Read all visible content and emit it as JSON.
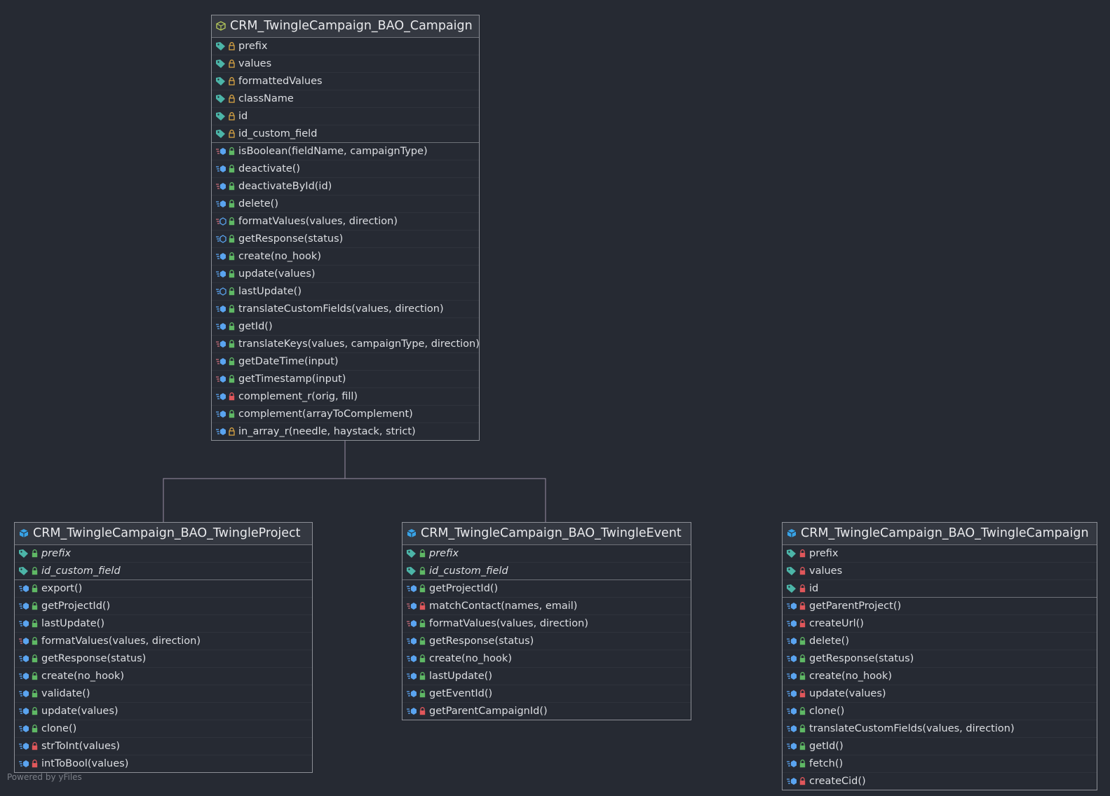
{
  "footer": "Powered by yFiles",
  "classes": {
    "campaign": {
      "name": "CRM_TwingleCampaign_BAO_Campaign",
      "icon": "abstract-class-icon",
      "fields": [
        {
          "label": "prefix",
          "visibility": "protected"
        },
        {
          "label": "values",
          "visibility": "protected"
        },
        {
          "label": "formattedValues",
          "visibility": "protected"
        },
        {
          "label": "className",
          "visibility": "protected"
        },
        {
          "label": "id",
          "visibility": "protected"
        },
        {
          "label": "id_custom_field",
          "visibility": "protected"
        }
      ],
      "methods": [
        {
          "label": "isBoolean(fieldName, campaignType)",
          "visibility": "public",
          "static": true,
          "abstract": false
        },
        {
          "label": "deactivate()",
          "visibility": "public",
          "static": false,
          "abstract": false
        },
        {
          "label": "deactivateById(id)",
          "visibility": "public",
          "static": true,
          "abstract": false
        },
        {
          "label": "delete()",
          "visibility": "public",
          "static": false,
          "abstract": false
        },
        {
          "label": "formatValues(values, direction)",
          "visibility": "public",
          "static": true,
          "abstract": true
        },
        {
          "label": "getResponse(status)",
          "visibility": "public",
          "static": false,
          "abstract": true
        },
        {
          "label": "create(no_hook)",
          "visibility": "public",
          "static": false,
          "abstract": false
        },
        {
          "label": "update(values)",
          "visibility": "public",
          "static": false,
          "abstract": false
        },
        {
          "label": "lastUpdate()",
          "visibility": "public",
          "static": false,
          "abstract": true
        },
        {
          "label": "translateCustomFields(values, direction)",
          "visibility": "public",
          "static": false,
          "abstract": false
        },
        {
          "label": "getId()",
          "visibility": "public",
          "static": false,
          "abstract": false
        },
        {
          "label": "translateKeys(values, campaignType, direction)",
          "visibility": "public",
          "static": true,
          "abstract": false
        },
        {
          "label": "getDateTime(input)",
          "visibility": "public",
          "static": true,
          "abstract": false
        },
        {
          "label": "getTimestamp(input)",
          "visibility": "public",
          "static": true,
          "abstract": false
        },
        {
          "label": "complement_r(orig, fill)",
          "visibility": "private",
          "static": false,
          "abstract": false
        },
        {
          "label": "complement(arrayToComplement)",
          "visibility": "public",
          "static": false,
          "abstract": false
        },
        {
          "label": "in_array_r(needle, haystack, strict)",
          "visibility": "protected",
          "static": false,
          "abstract": false
        }
      ]
    },
    "project": {
      "name": "CRM_TwingleCampaign_BAO_TwingleProject",
      "icon": "class-icon",
      "fields": [
        {
          "label": "prefix",
          "visibility": "public",
          "italic": true
        },
        {
          "label": "id_custom_field",
          "visibility": "public",
          "italic": true
        }
      ],
      "methods": [
        {
          "label": "export()",
          "visibility": "public",
          "static": false,
          "abstract": false
        },
        {
          "label": "getProjectId()",
          "visibility": "public",
          "static": false,
          "abstract": false
        },
        {
          "label": "lastUpdate()",
          "visibility": "public",
          "static": false,
          "abstract": false
        },
        {
          "label": "formatValues(values, direction)",
          "visibility": "public",
          "static": true,
          "abstract": false
        },
        {
          "label": "getResponse(status)",
          "visibility": "public",
          "static": false,
          "abstract": false
        },
        {
          "label": "create(no_hook)",
          "visibility": "public",
          "static": false,
          "abstract": false
        },
        {
          "label": "validate()",
          "visibility": "public",
          "static": false,
          "abstract": false
        },
        {
          "label": "update(values)",
          "visibility": "public",
          "static": false,
          "abstract": false
        },
        {
          "label": "clone()",
          "visibility": "public",
          "static": false,
          "abstract": false
        },
        {
          "label": "strToInt(values)",
          "visibility": "private",
          "static": false,
          "abstract": false
        },
        {
          "label": "intToBool(values)",
          "visibility": "private",
          "static": false,
          "abstract": false
        }
      ]
    },
    "event": {
      "name": "CRM_TwingleCampaign_BAO_TwingleEvent",
      "icon": "class-icon",
      "fields": [
        {
          "label": "prefix",
          "visibility": "public",
          "italic": true
        },
        {
          "label": "id_custom_field",
          "visibility": "public",
          "italic": true
        }
      ],
      "methods": [
        {
          "label": "getProjectId()",
          "visibility": "public",
          "static": false,
          "abstract": false
        },
        {
          "label": "matchContact(names, email)",
          "visibility": "private",
          "static": true,
          "abstract": false
        },
        {
          "label": "formatValues(values, direction)",
          "visibility": "public",
          "static": true,
          "abstract": false
        },
        {
          "label": "getResponse(status)",
          "visibility": "public",
          "static": false,
          "abstract": false
        },
        {
          "label": "create(no_hook)",
          "visibility": "public",
          "static": false,
          "abstract": false
        },
        {
          "label": "lastUpdate()",
          "visibility": "public",
          "static": false,
          "abstract": false
        },
        {
          "label": "getEventId()",
          "visibility": "public",
          "static": false,
          "abstract": false
        },
        {
          "label": "getParentCampaignId()",
          "visibility": "private",
          "static": false,
          "abstract": false
        }
      ]
    },
    "twinglecampaign": {
      "name": "CRM_TwingleCampaign_BAO_TwingleCampaign",
      "icon": "class-icon",
      "fields": [
        {
          "label": "prefix",
          "visibility": "private"
        },
        {
          "label": "values",
          "visibility": "private"
        },
        {
          "label": "id",
          "visibility": "private"
        }
      ],
      "methods": [
        {
          "label": "getParentProject()",
          "visibility": "private",
          "static": false,
          "abstract": false
        },
        {
          "label": "createUrl()",
          "visibility": "private",
          "static": false,
          "abstract": false
        },
        {
          "label": "delete()",
          "visibility": "public",
          "static": false,
          "abstract": false
        },
        {
          "label": "getResponse(status)",
          "visibility": "public",
          "static": false,
          "abstract": false
        },
        {
          "label": "create(no_hook)",
          "visibility": "public",
          "static": false,
          "abstract": false
        },
        {
          "label": "update(values)",
          "visibility": "private",
          "static": false,
          "abstract": false
        },
        {
          "label": "clone()",
          "visibility": "public",
          "static": false,
          "abstract": false
        },
        {
          "label": "translateCustomFields(values, direction)",
          "visibility": "public",
          "static": false,
          "abstract": false
        },
        {
          "label": "getId()",
          "visibility": "public",
          "static": false,
          "abstract": false
        },
        {
          "label": "fetch()",
          "visibility": "public",
          "static": false,
          "abstract": false
        },
        {
          "label": "createCid()",
          "visibility": "private",
          "static": false,
          "abstract": false
        }
      ]
    }
  },
  "colors": {
    "public": "#5fb865",
    "protected": "#d9a443",
    "private": "#e0575b",
    "field_tag": "#4cb5a8",
    "method": "#5aa4f0",
    "static_mark": "#c46b7a",
    "abstract_class": "#b2c65a",
    "class": "#38a2e6",
    "edge": "#9a8fa4"
  }
}
